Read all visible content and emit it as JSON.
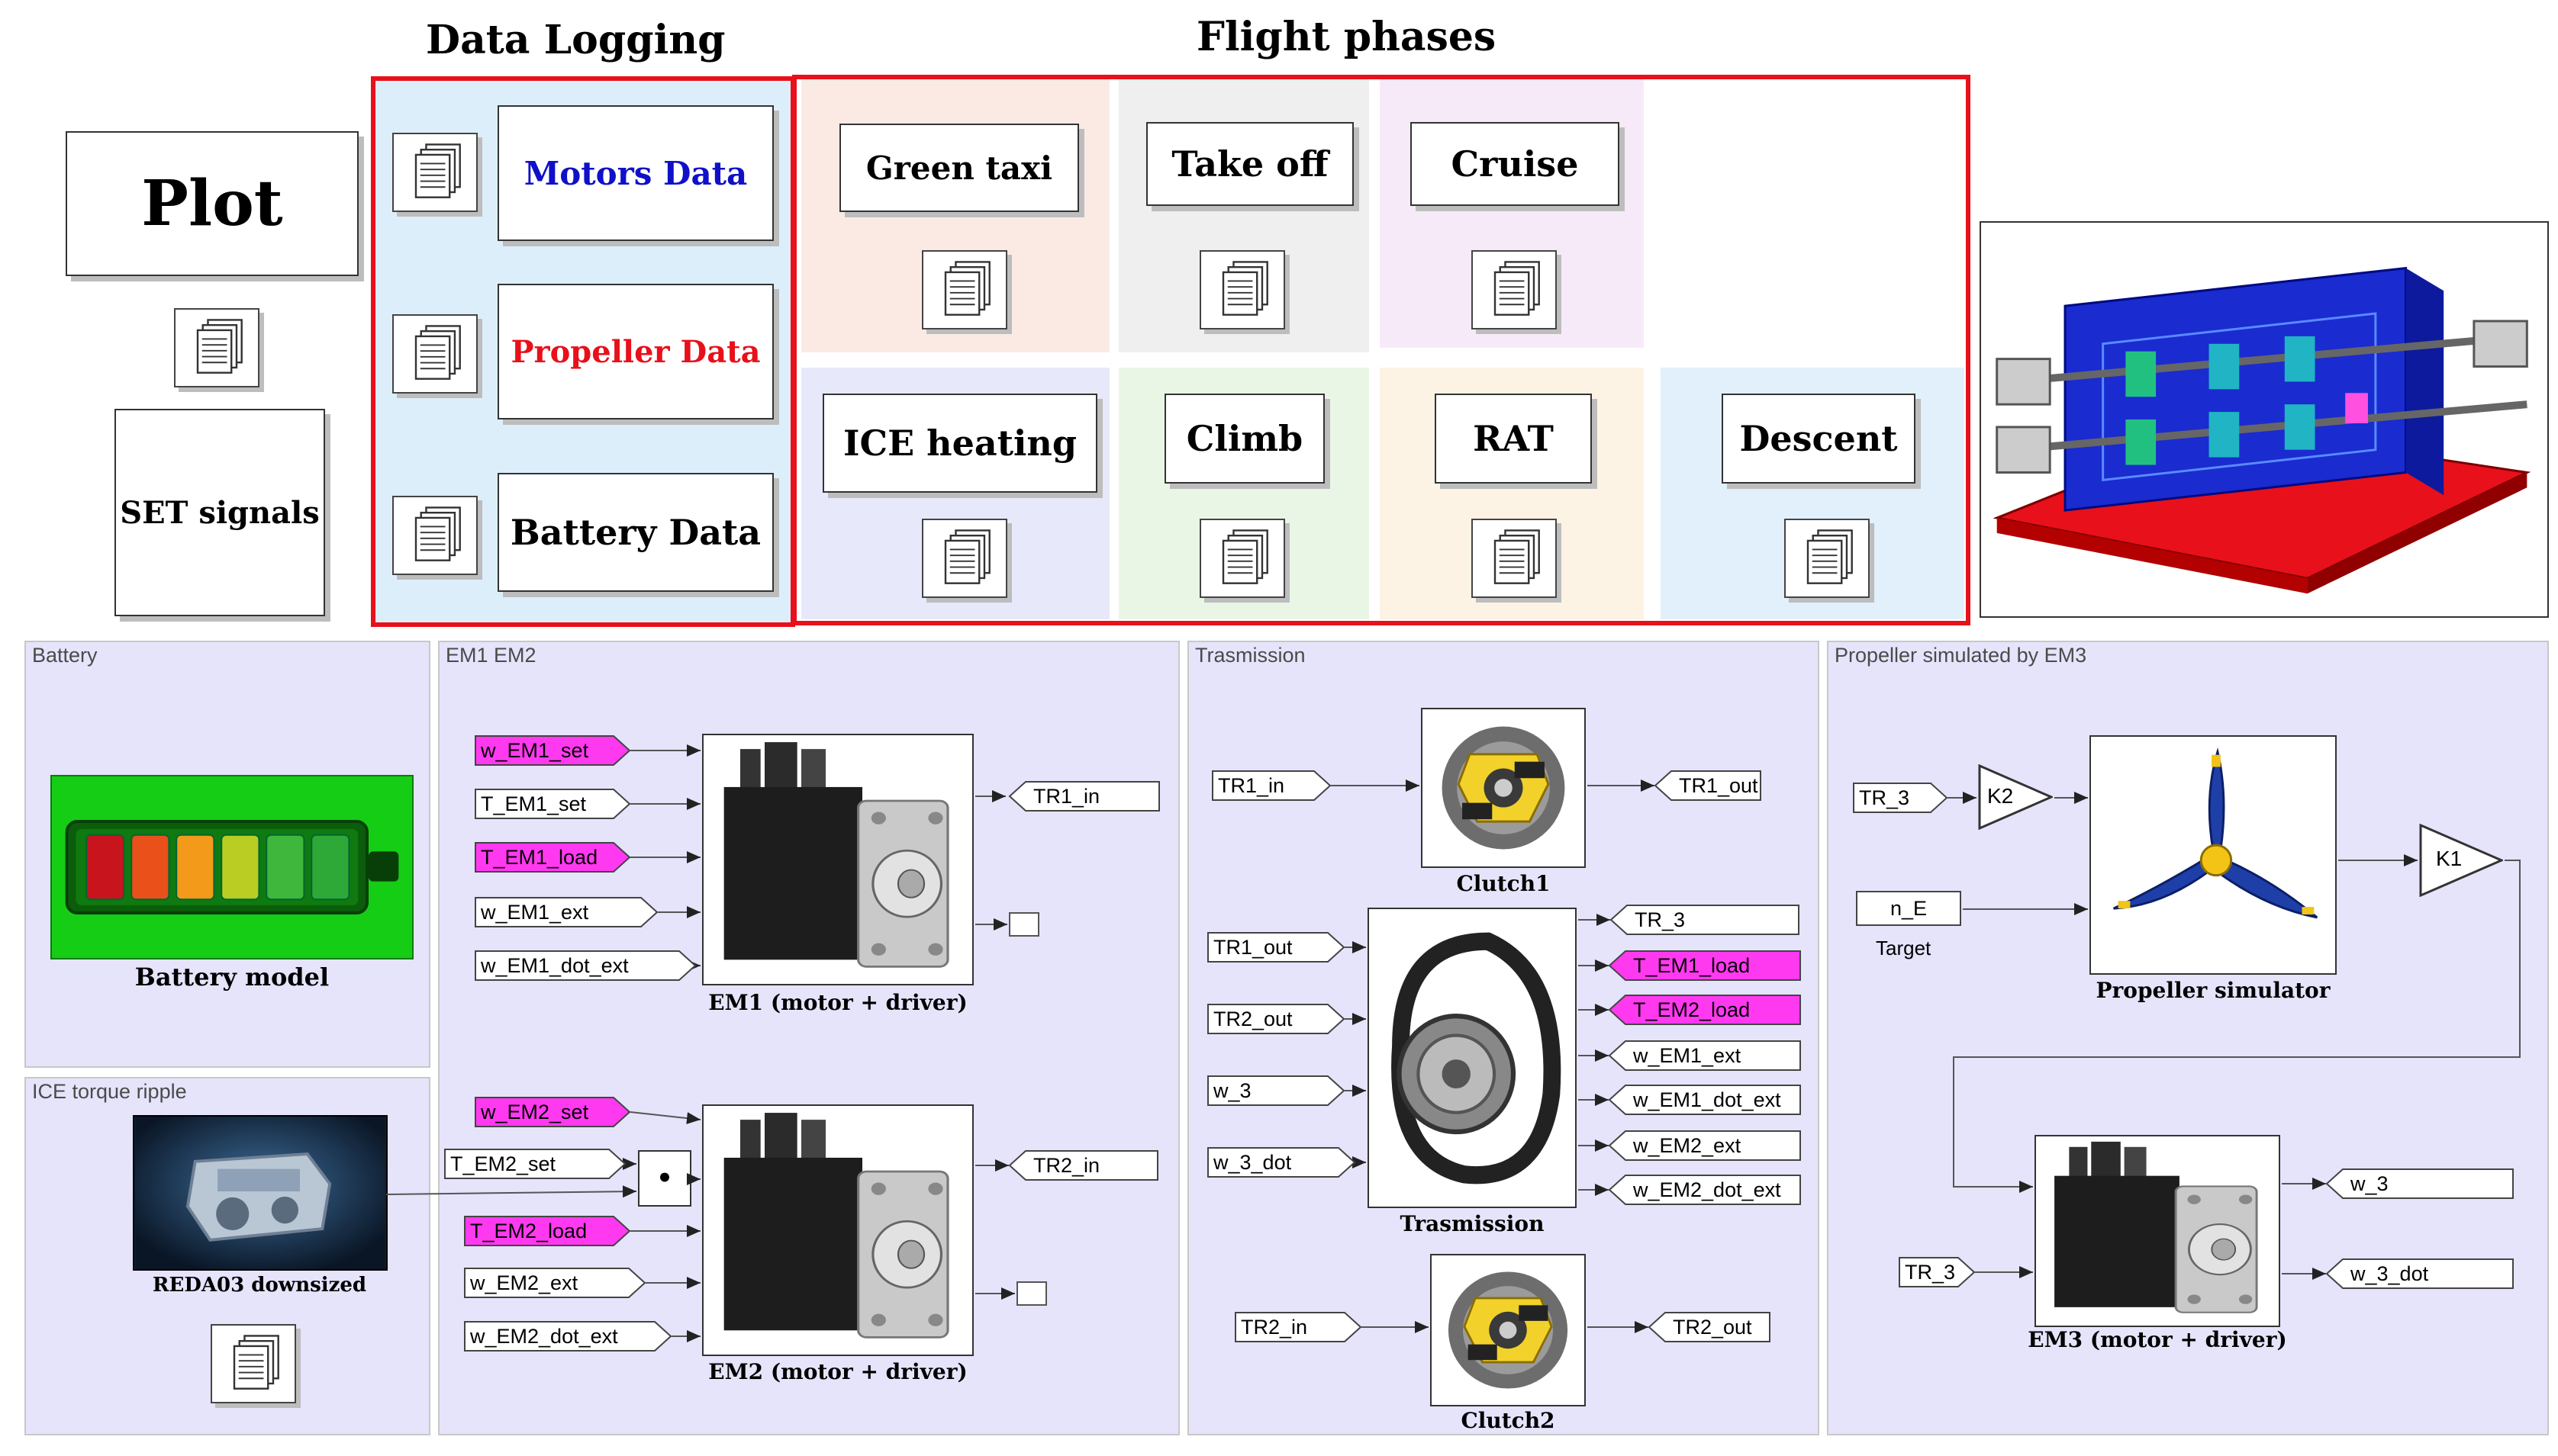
{
  "headers": {
    "data_logging": "Data Logging",
    "flight_phases": "Flight phases"
  },
  "left": {
    "plot": "Plot",
    "set_signals": "SET signals"
  },
  "logging": {
    "motors": "Motors Data",
    "propeller": "Propeller Data",
    "battery": "Battery Data"
  },
  "phases": {
    "green_taxi": "Green taxi",
    "take_off": "Take off",
    "cruise": "Cruise",
    "ice_heating": "ICE heating",
    "climb": "Climb",
    "rat": "RAT",
    "descent": "Descent"
  },
  "colors": {
    "red_border": "#e8101a",
    "subsystem_bg": "#e5e4fb",
    "logging_bg": "#ddeefb",
    "magenta_tag": "#ff39f0",
    "motors_text": "#1010c8",
    "propeller_text": "#e8101a",
    "green_taxi_bg": "#fbeae4",
    "take_off_bg": "#efefef",
    "cruise_bg": "#f7eaf8",
    "ice_heating_bg": "#e8e8fb",
    "climb_bg": "#e9f6e6",
    "rat_bg": "#fcf3e4",
    "descent_bg": "#e1f0fb"
  },
  "battery": {
    "title": "Battery",
    "caption": "Battery model",
    "levels": [
      "#c8141c",
      "#e9501a",
      "#f39a1a",
      "#b9cd22",
      "#3fb63c",
      "#2ea836"
    ]
  },
  "ice": {
    "title": "ICE torque ripple",
    "caption": "REDA03 downsized"
  },
  "em": {
    "title": "EM1 EM2",
    "em1": {
      "caption": "EM1 (motor + driver)",
      "inputs": [
        "w_EM1_set",
        "T_EM1_set",
        "T_EM1_load",
        "w_EM1_ext",
        "w_EM1_dot_ext"
      ],
      "output": "TR1_in"
    },
    "em2": {
      "caption": "EM2 (motor + driver)",
      "inputs": [
        "w_EM2_set",
        "T_EM2_set",
        "T_EM2_load",
        "w_EM2_ext",
        "w_EM2_dot_ext"
      ],
      "output": "TR2_in"
    },
    "product_symbol": "•"
  },
  "transmission": {
    "title": "Trasmission",
    "clutch1": {
      "caption": "Clutch1",
      "input": "TR1_in",
      "output": "TR1_out"
    },
    "clutch2": {
      "caption": "Clutch2",
      "input": "TR2_in",
      "output": "TR2_out"
    },
    "trasmission": {
      "caption": "Trasmission",
      "inputs": [
        "TR1_out",
        "TR2_out",
        "w_3",
        "w_3_dot"
      ],
      "outputs": [
        "TR_3",
        "T_EM1_load",
        "T_EM2_load",
        "w_EM1_ext",
        "w_EM1_dot_ext",
        "w_EM2_ext",
        "w_EM2_dot_ext"
      ]
    }
  },
  "propeller": {
    "title": "Propeller simulated by EM3",
    "in_tr3": "TR_3",
    "gain_k2": "K2",
    "gain_k1": "K1",
    "n_e": "n_E",
    "target_label": "Target",
    "caption": "Propeller simulator",
    "em3": {
      "caption": "EM3 (motor + driver)",
      "input": "TR_3",
      "outputs": [
        "w_3",
        "w_3_dot"
      ]
    }
  }
}
